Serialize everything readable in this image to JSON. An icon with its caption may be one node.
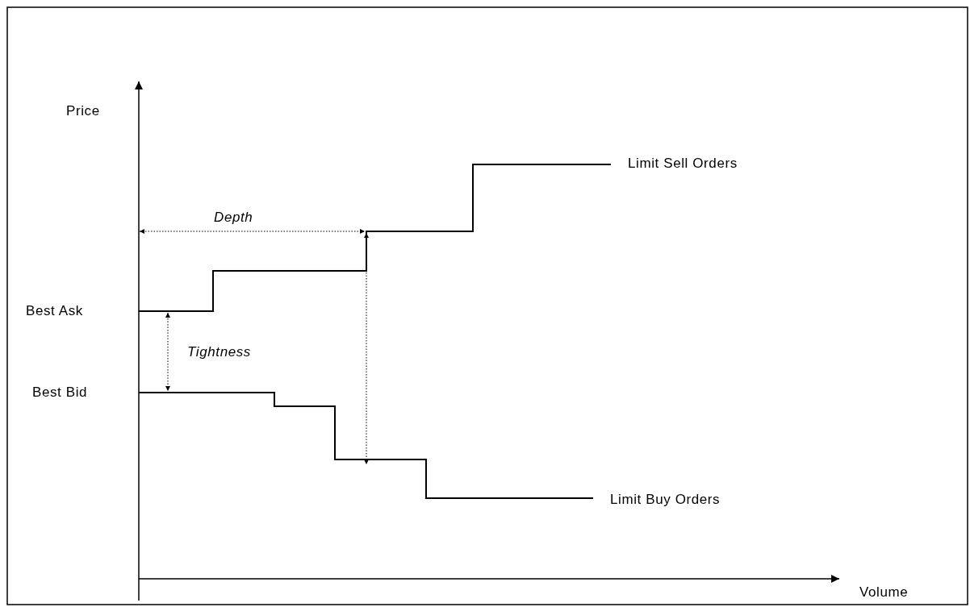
{
  "diagram": {
    "labels": [
      "Price",
      "Limit Sell Orders",
      "Depth",
      "Best Ask",
      "Tightness",
      "Best Bid",
      "Limit Buy Orders",
      "Volume"
    ]
  }
}
